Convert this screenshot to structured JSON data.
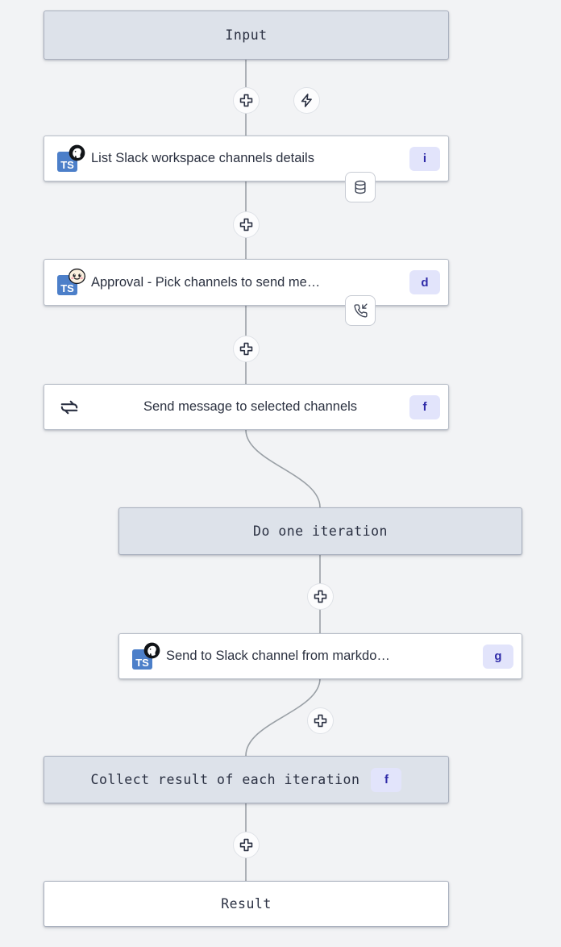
{
  "theme": {
    "canvas_bg": "#f2f3f5",
    "virtual_node_bg": "#dde2ea",
    "node_border": "#a9b0be",
    "badge_bg": "#e2e4fb",
    "badge_fg": "#2f2ba8",
    "edge_color": "#9aa0a6",
    "ts_blue": "#4c7fc9"
  },
  "flow": {
    "title": "workflow-graph",
    "nodes": [
      {
        "id": "input",
        "kind": "virtual",
        "label": "Input"
      },
      {
        "id": "i",
        "kind": "script",
        "label": "List Slack workspace channels details",
        "badge": "i",
        "language_icon": "typescript-icon",
        "runtime_icon": "deno-icon",
        "chip_icon": "database-icon"
      },
      {
        "id": "d",
        "kind": "script",
        "label": "Approval - Pick channels to send me…",
        "badge": "d",
        "language_icon": "typescript-icon",
        "runtime_icon": "bun-icon",
        "chip_icon": "phone-incoming-icon"
      },
      {
        "id": "f_loop",
        "kind": "loop",
        "label": "Send message to selected channels",
        "badge": "f",
        "main_icon": "repeat-icon"
      },
      {
        "id": "iteration",
        "kind": "virtual",
        "label": "Do one iteration"
      },
      {
        "id": "g",
        "kind": "script",
        "label": "Send to Slack channel from markdo…",
        "badge": "g",
        "language_icon": "typescript-icon",
        "runtime_icon": "deno-icon"
      },
      {
        "id": "f_collect",
        "kind": "virtual",
        "label": "Collect result of each iteration",
        "badge": "f"
      },
      {
        "id": "result",
        "kind": "result",
        "label": "Result"
      }
    ],
    "handles": [
      {
        "id": "add-after-input",
        "icon": "plus-icon"
      },
      {
        "id": "trigger-after-input",
        "icon": "lightning-icon"
      },
      {
        "id": "add-after-i",
        "icon": "plus-icon"
      },
      {
        "id": "add-after-d",
        "icon": "plus-icon"
      },
      {
        "id": "add-inside-iteration",
        "icon": "plus-icon"
      },
      {
        "id": "add-after-g",
        "icon": "plus-icon"
      },
      {
        "id": "add-before-result",
        "icon": "plus-icon"
      }
    ]
  }
}
